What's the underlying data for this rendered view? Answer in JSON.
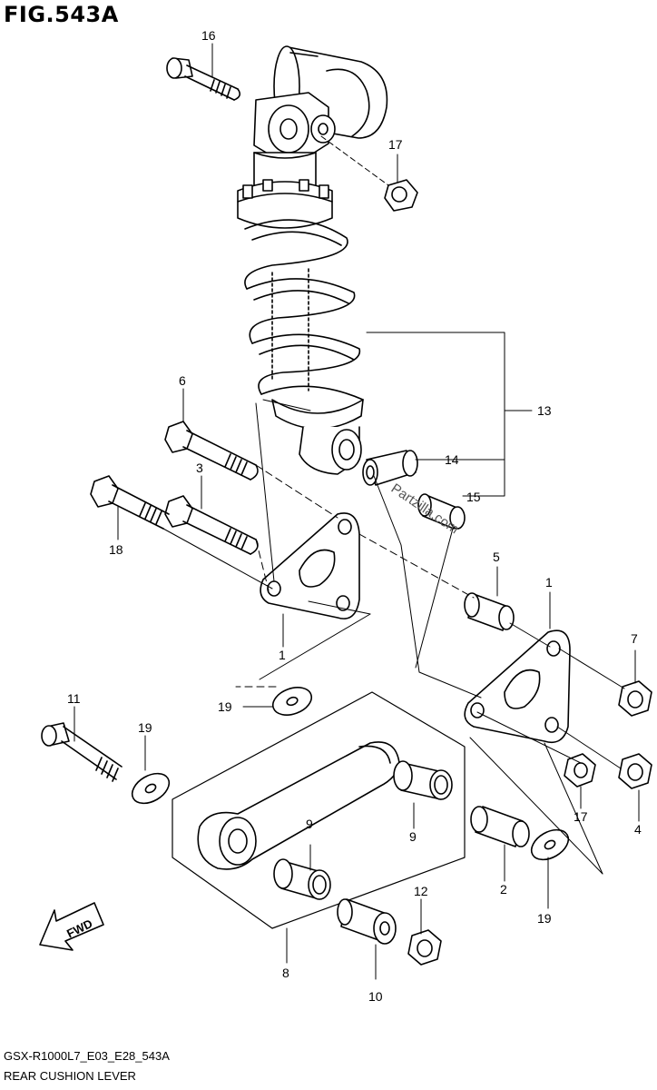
{
  "figure": {
    "title": "FIG.543A",
    "code": "GSX-R1000L7_E03_E28_543A",
    "subtitle": "REAR CUSHION LEVER",
    "watermark": "Partzilla.com",
    "direction_label": "FWD"
  },
  "callouts": [
    {
      "id": "c16",
      "label": "16"
    },
    {
      "id": "c17a",
      "label": "17"
    },
    {
      "id": "c13",
      "label": "13"
    },
    {
      "id": "c6",
      "label": "6"
    },
    {
      "id": "c14",
      "label": "14"
    },
    {
      "id": "c3",
      "label": "3"
    },
    {
      "id": "c15",
      "label": "15"
    },
    {
      "id": "c18",
      "label": "18"
    },
    {
      "id": "c5",
      "label": "5"
    },
    {
      "id": "c1a",
      "label": "1"
    },
    {
      "id": "c1b",
      "label": "1"
    },
    {
      "id": "c7",
      "label": "7"
    },
    {
      "id": "c19a",
      "label": "19"
    },
    {
      "id": "c11",
      "label": "11"
    },
    {
      "id": "c19b",
      "label": "19"
    },
    {
      "id": "c17b",
      "label": "17"
    },
    {
      "id": "c4",
      "label": "4"
    },
    {
      "id": "c9a",
      "label": "9"
    },
    {
      "id": "c9b",
      "label": "9"
    },
    {
      "id": "c2",
      "label": "2"
    },
    {
      "id": "c12",
      "label": "12"
    },
    {
      "id": "c19c",
      "label": "19"
    },
    {
      "id": "c8",
      "label": "8"
    },
    {
      "id": "c10",
      "label": "10"
    }
  ]
}
